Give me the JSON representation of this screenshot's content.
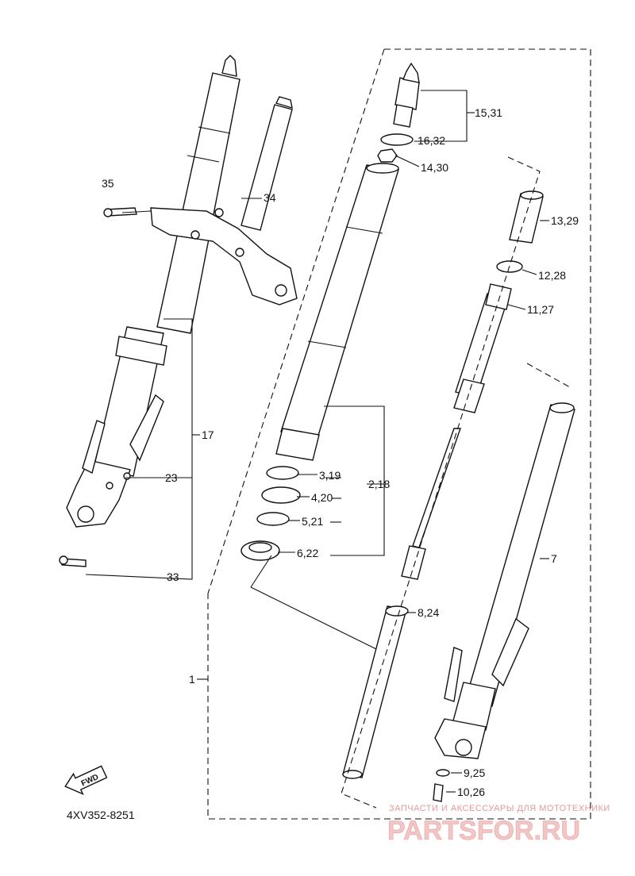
{
  "diagram": {
    "labels": {
      "l15_31": "15,31",
      "l16_32": "16,32",
      "l14_30": "14,30",
      "l35": "35",
      "l34": "34",
      "l13_29": "13,29",
      "l12_28": "12,28",
      "l11_27": "11,27",
      "l17": "17",
      "l23": "23",
      "l3_19": "3,19",
      "l2_18": "2,18",
      "l4_20": "4,20",
      "l5_21": "5,21",
      "l6_22": "6,22",
      "l33": "33",
      "l7": "7",
      "l8_24": "8,24",
      "l1": "1",
      "l9_25": "9,25",
      "l10_26": "10,26"
    },
    "fwd": "FWD",
    "code": "4XV352-8251"
  },
  "watermark": {
    "tagline": "ЗАПЧАСТИ И АКСЕССУАРЫ ДЛЯ МОТОТЕХНИКИ",
    "brand": "PARTSFOR.RU"
  }
}
